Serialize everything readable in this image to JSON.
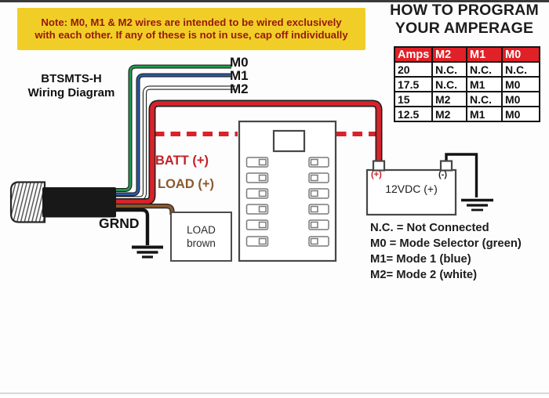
{
  "note": {
    "line1": "Note: M0, M1 & M2 wires are intended to be wired exclusively",
    "line2": "with each other. If any of these is not in use, cap off individually"
  },
  "heading": {
    "line1": "HOW TO PROGRAM",
    "line2": "YOUR AMPERAGE"
  },
  "diagram_title": {
    "line1": "BTSMTS-H",
    "line2": "Wiring Diagram"
  },
  "wire_labels": {
    "m0": "M0",
    "m1": "M1",
    "m2": "M2",
    "batt": "BATT (+)",
    "load": "LOAD (+)",
    "grnd": "GRND"
  },
  "load_box": {
    "line1": "LOAD",
    "line2": "brown"
  },
  "battery": {
    "voltage": "12VDC (+)",
    "positive": "(+)",
    "negative": "(-)"
  },
  "amperage_table": {
    "headers": [
      "Amps",
      "M2",
      "M1",
      "M0"
    ],
    "rows": [
      [
        "20",
        "N.C.",
        "N.C.",
        "N.C."
      ],
      [
        "17.5",
        "N.C.",
        "M1",
        "M0"
      ],
      [
        "15",
        "M2",
        "N.C.",
        "M0"
      ],
      [
        "12.5",
        "M2",
        "M1",
        "M0"
      ]
    ]
  },
  "legend": {
    "items": [
      "N.C. = Not Connected",
      "M0 = Mode Selector (green)",
      "M1= Mode 1 (blue)",
      "M2= Mode 2 (white)"
    ]
  },
  "symbols": {
    "cable_connector": "threaded cable connector with black sheath",
    "terminal_block": "12-pin terminal block",
    "battery": "12VDC battery with (+) and (-) terminals",
    "ground": "earth ground symbol",
    "dashed_red_line": "battery positive routing (dashed)"
  },
  "colors": {
    "note_bg": "#F1CE27",
    "note_text": "#96190E",
    "table_header_bg": "#E02127",
    "table_header_text": "#FFFFFF",
    "wire_green": "#219C4F",
    "wire_blue": "#2A5CA8",
    "wire_white": "#FFFFFF",
    "wire_red": "#D8232A",
    "wire_brown": "#8A5A2E",
    "wire_black": "#141414",
    "batt_label": "#C32026",
    "load_label": "#8A5A2E"
  }
}
